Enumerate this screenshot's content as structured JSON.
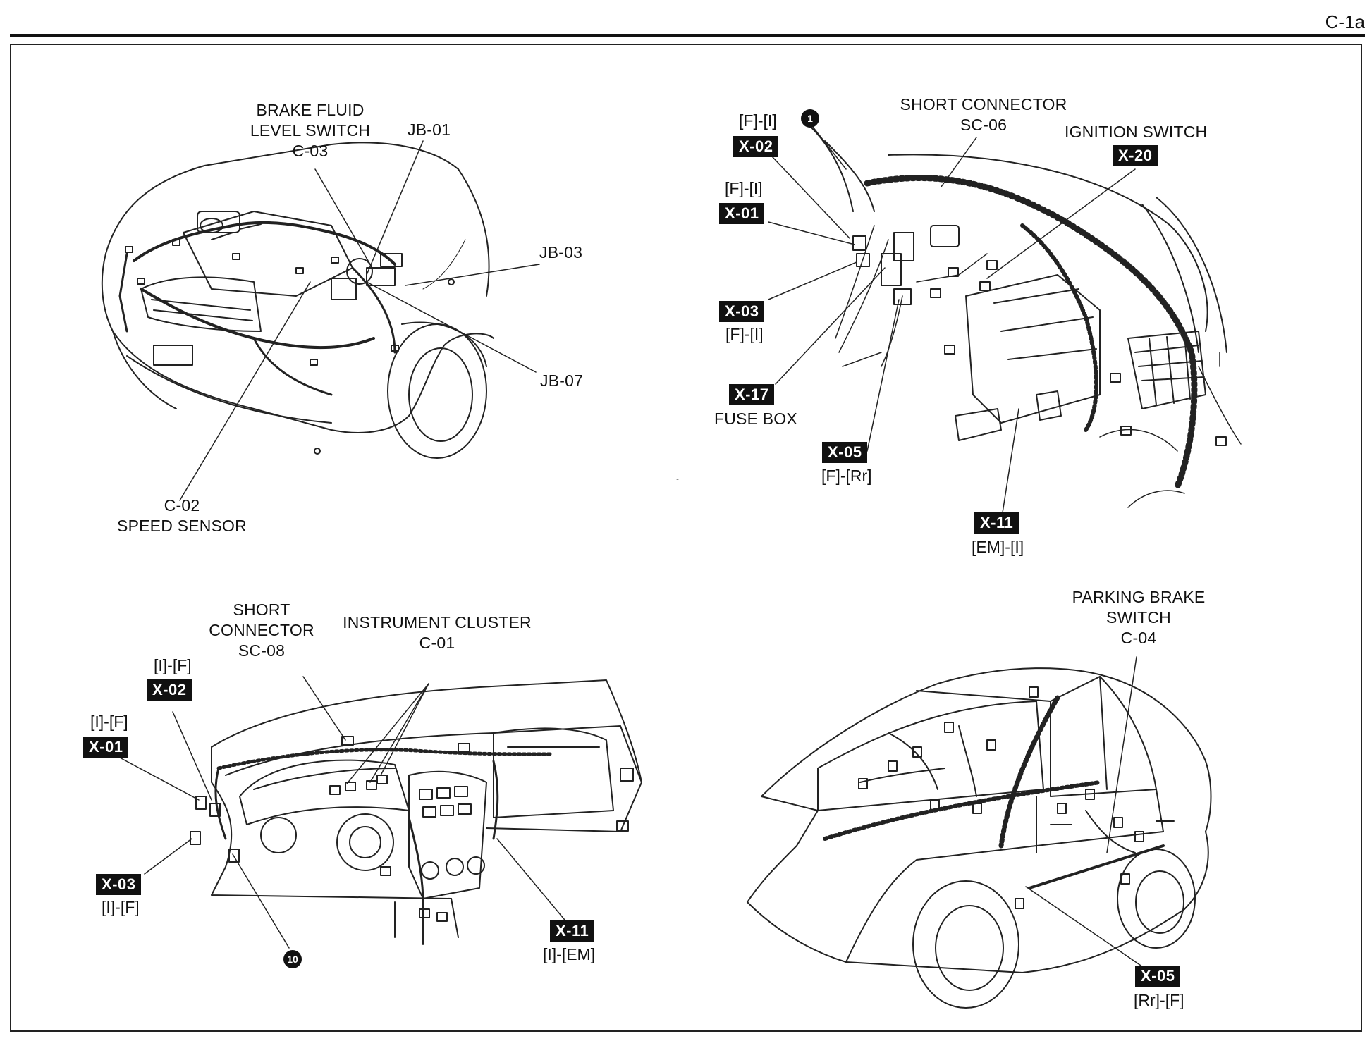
{
  "page_code": "C-1a",
  "panels": {
    "engine_bay": {
      "labels": {
        "brake_fluid": [
          "BRAKE FLUID",
          "LEVEL SWITCH",
          "C-03"
        ],
        "jb01": "JB-01",
        "jb03": "JB-03",
        "jb07": "JB-07",
        "speed_sensor": [
          "C-02",
          "SPEED SENSOR"
        ]
      }
    },
    "interior": {
      "marker": "1",
      "labels": {
        "short_connector": [
          "SHORT CONNECTOR",
          "SC-06"
        ],
        "ignition_switch": "IGNITION SWITCH",
        "fuse_box": "FUSE BOX"
      },
      "connectors": {
        "x02": {
          "tag": "X-02",
          "sub": "[F]-[I]"
        },
        "x01": {
          "tag": "X-01",
          "sub": "[F]-[I]"
        },
        "x03": {
          "tag": "X-03",
          "sub": "[F]-[I]"
        },
        "x17": {
          "tag": "X-17"
        },
        "x05": {
          "tag": "X-05",
          "sub": "[F]-[Rr]"
        },
        "x11": {
          "tag": "X-11",
          "sub": "[EM]-[I]"
        },
        "x20": {
          "tag": "X-20"
        }
      }
    },
    "dashboard": {
      "marker": "10",
      "labels": {
        "short_connector": [
          "SHORT",
          "CONNECTOR",
          "SC-08"
        ],
        "instrument_cluster": [
          "INSTRUMENT CLUSTER",
          "C-01"
        ]
      },
      "connectors": {
        "x02": {
          "tag": "X-02",
          "sub": "[I]-[F]"
        },
        "x01": {
          "tag": "X-01",
          "sub": "[I]-[F]"
        },
        "x03": {
          "tag": "X-03",
          "sub": "[I]-[F]"
        },
        "x11": {
          "tag": "X-11",
          "sub": "[I]-[EM]"
        }
      }
    },
    "body": {
      "labels": {
        "parking_brake": [
          "PARKING BRAKE",
          "SWITCH",
          "C-04"
        ]
      },
      "connectors": {
        "x05": {
          "tag": "X-05",
          "sub": "[Rr]-[F]"
        }
      }
    }
  }
}
